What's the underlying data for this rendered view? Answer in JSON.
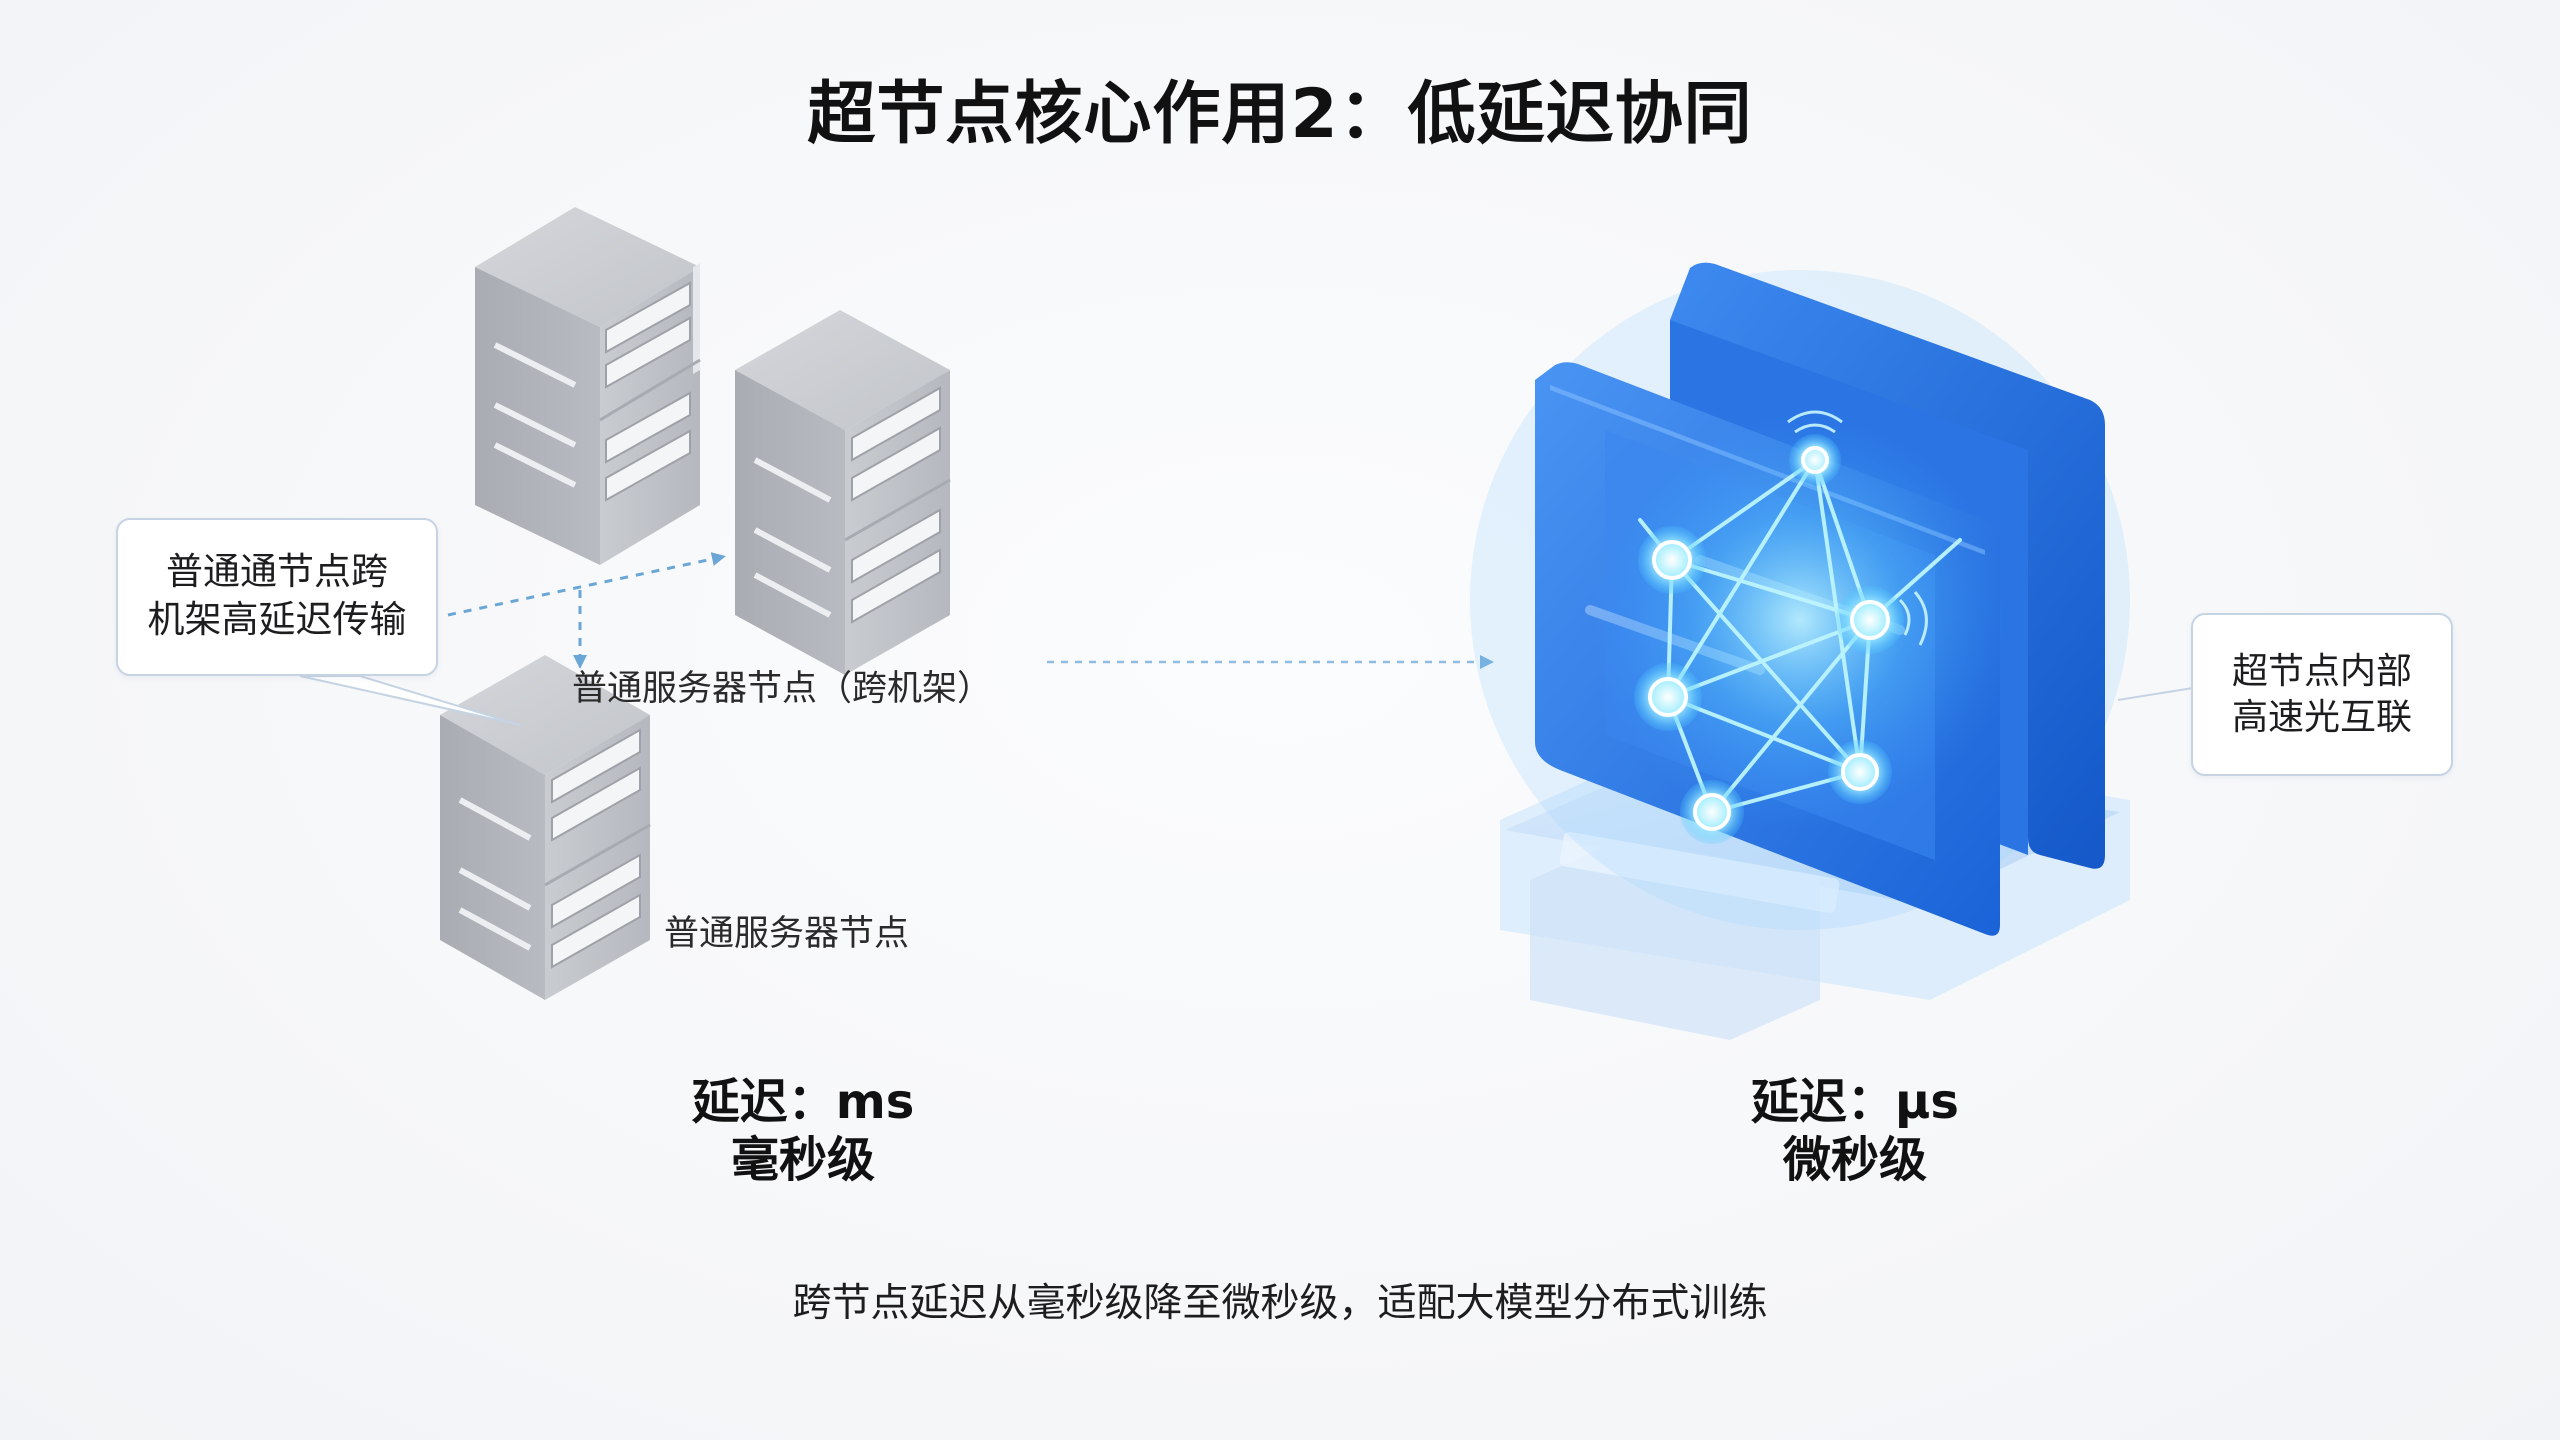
{
  "title": "超节点核心作用2：低延迟协同",
  "left": {
    "callout_lines": [
      "普通通节点跨",
      "机架高延迟传输"
    ],
    "rack_label": "普通服务器节点（跨机架）",
    "node_label": "普通服务器节点",
    "latency_value": "延迟：ms",
    "latency_unit": "毫秒级"
  },
  "right": {
    "callout_lines": [
      "超节点内部",
      "高速光互联"
    ],
    "latency_value": "延迟：µs",
    "latency_unit": "微秒级"
  },
  "caption": "跨节点延迟从毫秒级降至微秒级，适配大模型分布式训练",
  "colors": {
    "arrow": "#6aa6d6",
    "server_gray": "#b9bcc2",
    "supernode_blue": "#1f6fe0",
    "glow": "#7fe0ff"
  },
  "icons": [
    "server-icon",
    "supernode-icon",
    "network-glow-icon",
    "dashed-arrow-icon"
  ]
}
